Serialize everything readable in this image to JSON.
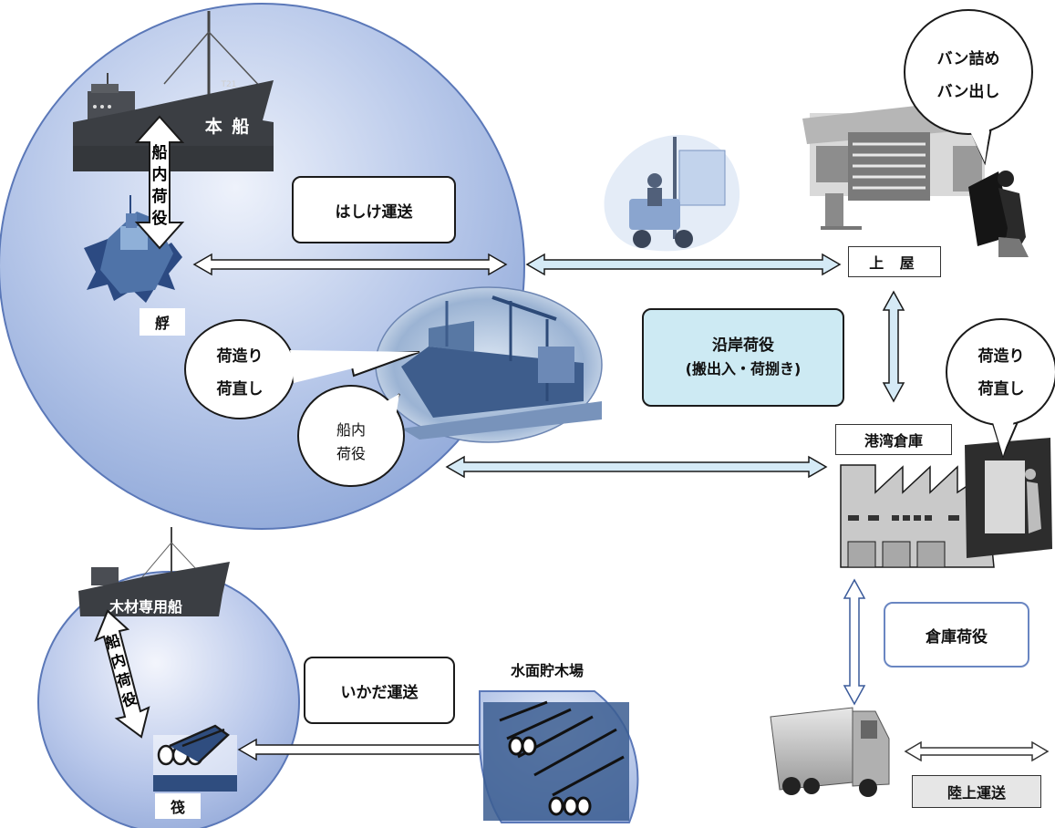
{
  "labels": {
    "main_ship": "本 船",
    "onboard_vertical": [
      "船",
      "内",
      "荷",
      "役"
    ],
    "lighter_transport": "はしけ運送",
    "lighter": "艀",
    "shed": "上 屋",
    "stuffing_1": "バン詰め",
    "stuffing_2": "バン出し",
    "pack_left_1": "荷造り",
    "pack_left_2": "荷直し",
    "onboard_bubble_1": "船内",
    "onboard_bubble_2": "荷役",
    "coastal_1": "沿岸荷役",
    "coastal_2": "(搬出入・荷捌き)",
    "port_warehouse": "港湾倉庫",
    "pack_right_1": "荷造り",
    "pack_right_2": "荷直し",
    "timber_ship": "木材専用船",
    "timber_vertical": [
      "船",
      "内",
      "荷",
      "役"
    ],
    "raft_transport": "いかだ運送",
    "water_pond": "水面貯木場",
    "raft": "筏",
    "warehouse_handling": "倉庫荷役",
    "land_transport": "陸上運送",
    "ship_number": "T21"
  },
  "colors": {
    "circle_fill": "#9fb6df",
    "arrow_fill": "#d5eaf6",
    "coastal_fill": "#cdeaf3",
    "ship_dark": "#3a3d42",
    "log_blue": "#2f4d7f"
  }
}
